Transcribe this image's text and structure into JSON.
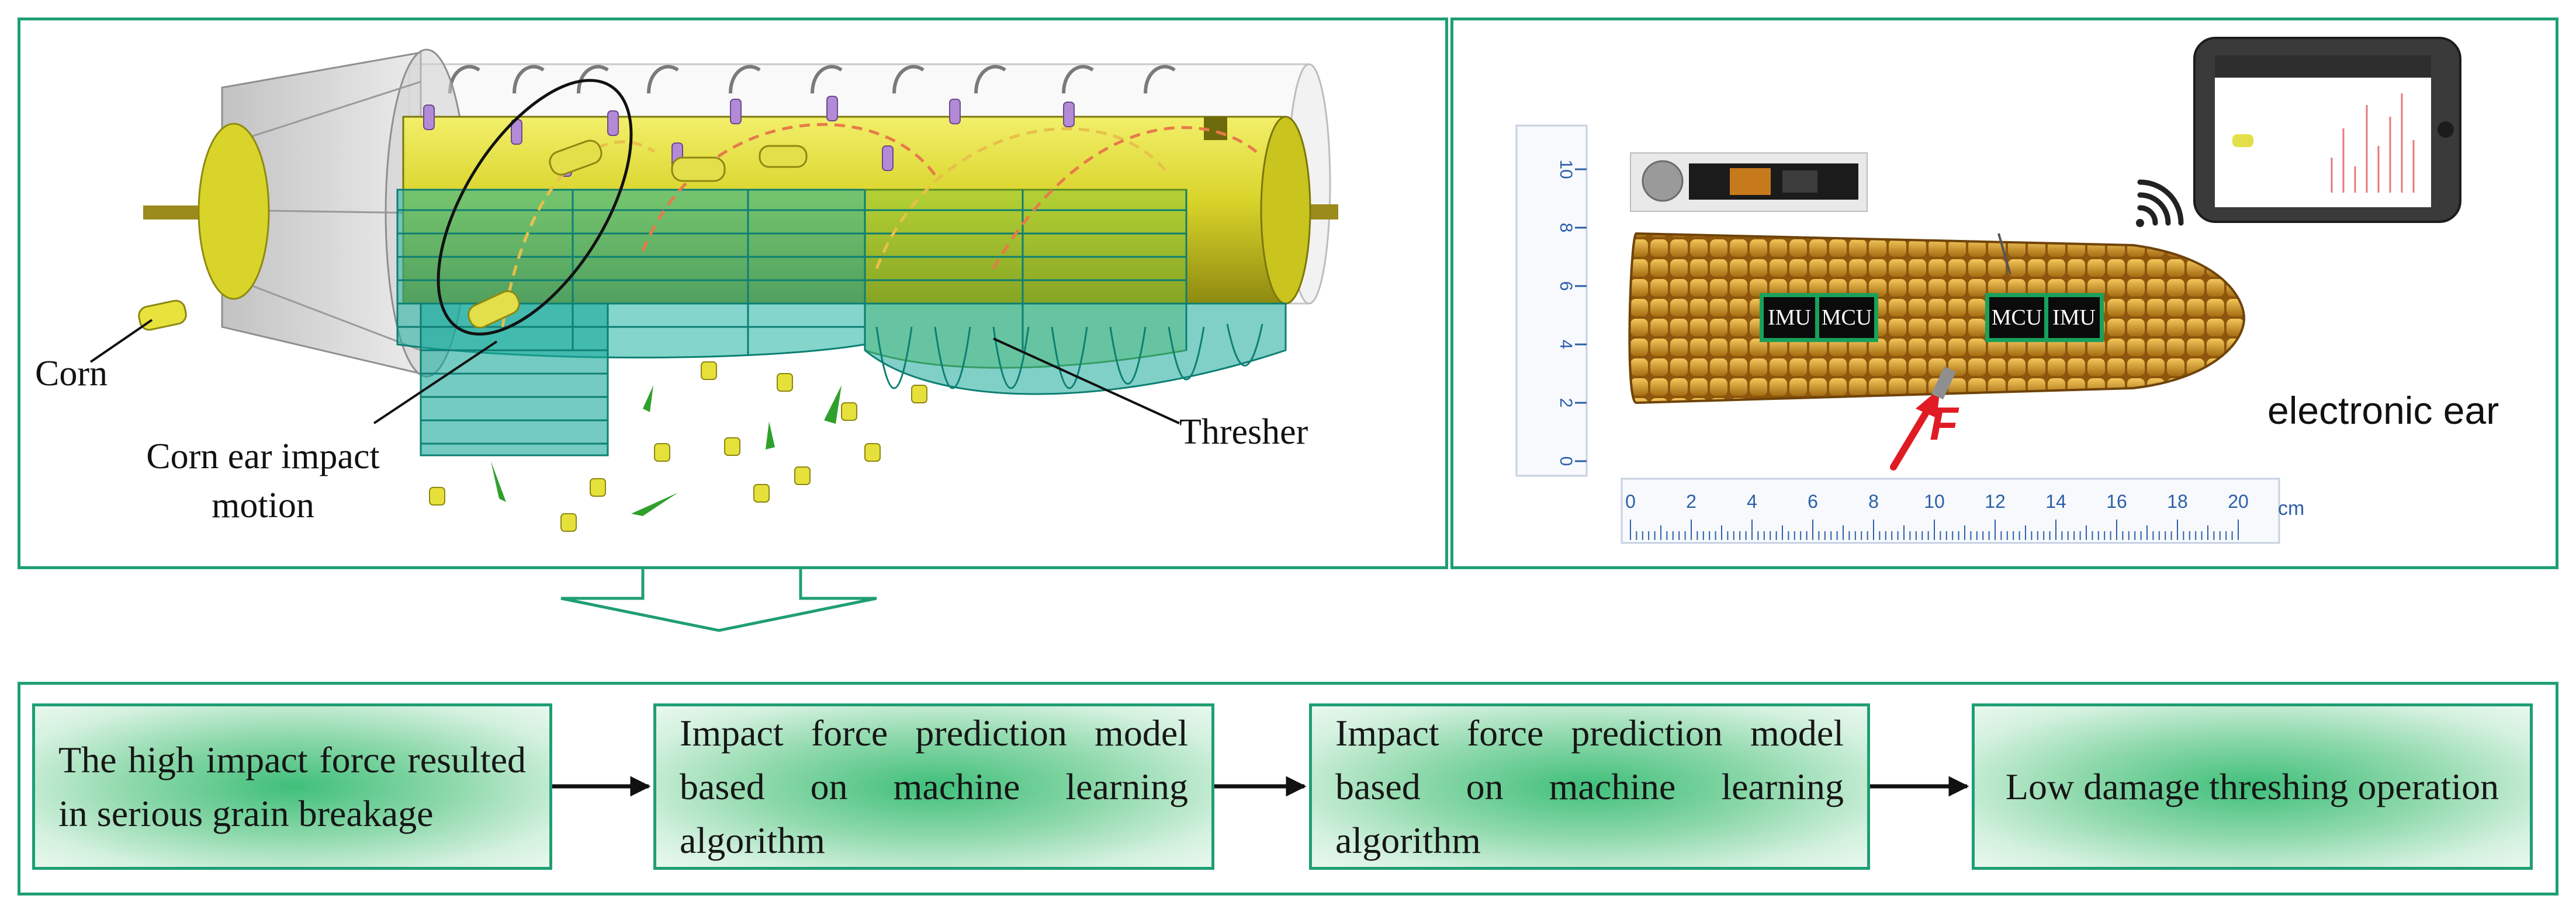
{
  "labels": {
    "corn": "Corn",
    "impact_motion": "Corn ear impact motion",
    "thresher": "Thresher",
    "electronic_ear": "electronic ear",
    "force": "F",
    "unit_cm": "cm"
  },
  "chips": {
    "imu_left": "IMU",
    "mcu_left": "MCU",
    "mcu_right": "MCU",
    "imu_right": "IMU"
  },
  "ruler_horizontal_ticks": [
    "0",
    "2",
    "4",
    "6",
    "8",
    "10",
    "12",
    "14",
    "16",
    "18",
    "20"
  ],
  "ruler_vertical_ticks": [
    "0",
    "2",
    "4",
    "6",
    "8",
    "10"
  ],
  "flow": [
    "The high impact force resulted in serious grain breakage",
    "Impact force prediction model based on machine learning algorithm",
    "Impact force prediction model based on machine learning algorithm",
    "Low damage threshing operation"
  ],
  "colors": {
    "frame": "#1f9e74",
    "rotor": "#d8d41e",
    "concave": "#17a99a",
    "chip_border": "#19a05a",
    "force_arrow": "#e01b24",
    "ruler_ink": "#2b5fa8"
  }
}
